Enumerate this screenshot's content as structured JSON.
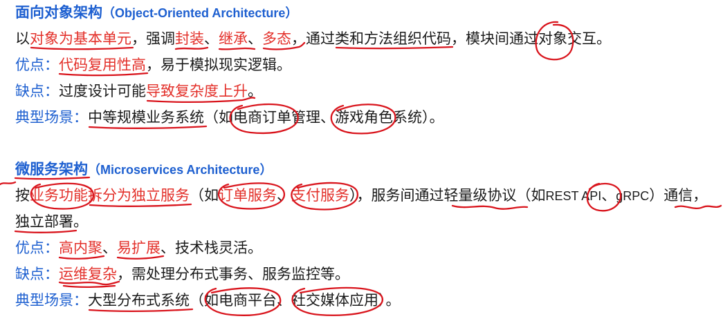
{
  "colors": {
    "heading": "#1d5fd0",
    "label": "#1d5fd0",
    "highlight": "#e3302a",
    "text": "#1a1a1a",
    "annotation": "#d9141c",
    "background": "#ffffff"
  },
  "object_oriented": {
    "title": "面向对象架构",
    "subtitle": "（Object-Oriented Architecture）",
    "definition": [
      "以",
      "对象为基本单元",
      "，强调",
      "封装",
      "、",
      "继承",
      "、",
      "多态",
      "，通过类和方法组织代码，模块间通过对象交互。"
    ],
    "pros_label": "优点：",
    "pros": [
      "代码复用性高",
      "，易于模拟现实逻辑。"
    ],
    "cons_label": "缺点：",
    "cons": [
      "过度设计可能",
      "导致复杂度上升",
      "。"
    ],
    "scenario_label": "典型场景：",
    "scenario": "中等规模业务系统（如电商订单管理、游戏角色系统）。"
  },
  "microservices": {
    "title": "微服务架构",
    "subtitle": "（Microservices Architecture）",
    "definition": [
      "按",
      "业务功能拆分为独立服务",
      "（如",
      "订单服务",
      "、",
      "支付服务",
      "），服务间通过轻量级协议（如",
      "REST API",
      "、",
      "gRPC",
      "）通信，",
      "独立部署。"
    ],
    "pros_label": "优点：",
    "pros": [
      "高内聚",
      "、",
      "易扩展",
      "、技术栈灵活。"
    ],
    "cons_label": "缺点：",
    "cons": [
      "运维复杂",
      "，需处理分布式事务、服务监控等。"
    ],
    "scenario_label": "典型场景：",
    "scenario": "大型分布式系统（如电商平台、社交媒体应用）。"
  }
}
